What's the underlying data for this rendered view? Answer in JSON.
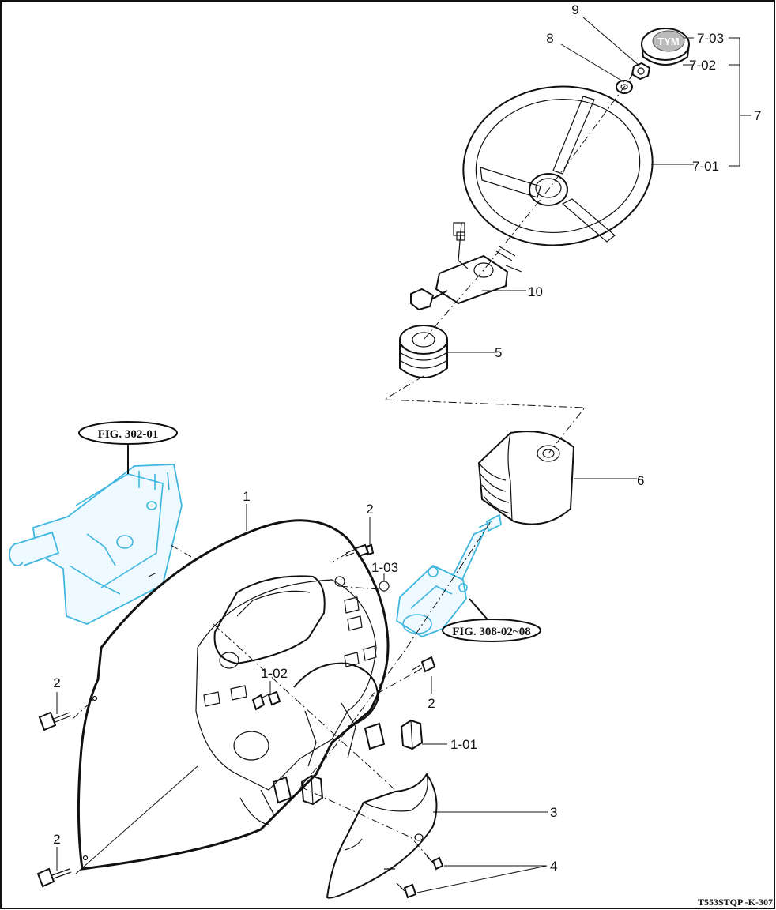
{
  "callouts": {
    "c9": "9",
    "c8": "8",
    "c7_03": "7-03",
    "c7_02": "7-02",
    "c7": "7",
    "c7_01": "7-01",
    "c10": "10",
    "c5": "5",
    "c6": "6",
    "c1": "1",
    "c2_top": "2",
    "c1_03": "1-03",
    "c2_right": "2",
    "c1_02": "1-02",
    "c1_01": "1-01",
    "c2_left": "2",
    "c2_bottom": "2",
    "c3": "3",
    "c4": "4"
  },
  "refs": {
    "fig302": "FIG. 302-01",
    "fig308": "FIG. 308-02~08"
  },
  "emblem": "TYM",
  "drawing_code": "T553STQP -K-307",
  "colors": {
    "reference_assembly": "#3fb6df",
    "line": "#111111"
  }
}
